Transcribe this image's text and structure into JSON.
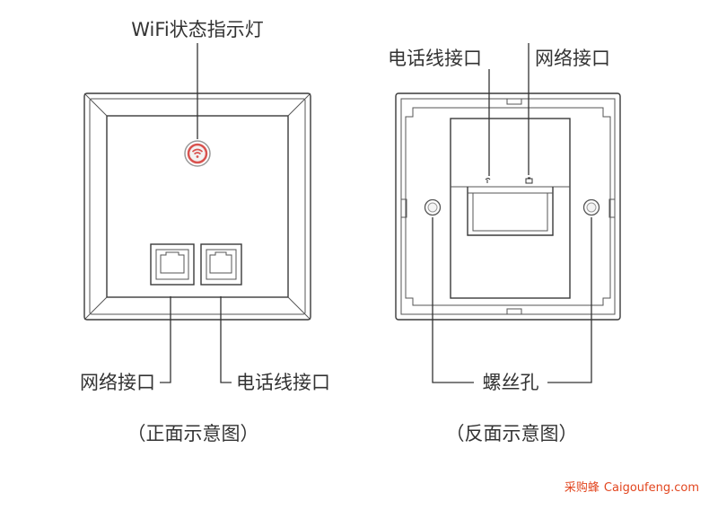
{
  "front_view": {
    "wifi_indicator_label": "WiFi状态指示灯",
    "network_port_label": "网络接口",
    "phone_port_label": "电话线接口",
    "caption": "（正面示意图）"
  },
  "back_view": {
    "phone_port_label": "电话线接口",
    "network_port_label": "网络接口",
    "screw_hole_label": "螺丝孔",
    "caption": "（反面示意图）"
  },
  "watermark": {
    "brand": "采购蜂",
    "site": "Caigoufeng.com"
  },
  "colors": {
    "indicator_ring": "#d9534f",
    "watermark": "#e2461f",
    "outline": "#3a3a3a"
  }
}
